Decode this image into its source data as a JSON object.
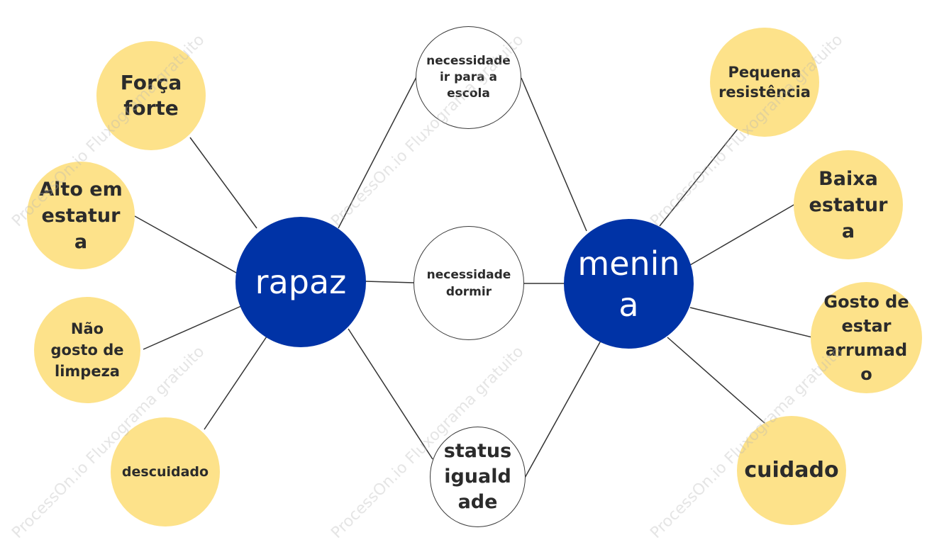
{
  "diagram": {
    "hubs": {
      "left": "rapaz",
      "right": "menin\na"
    },
    "left_nodes": [
      "Força\nforte",
      "Alto em\nestatur\na",
      "Não\ngosto de\nlimpeza",
      "descuidado"
    ],
    "middle_nodes": [
      "necessidade\nir para a\nescola",
      "necessidade\ndormir",
      "status\nigualdade"
    ],
    "right_nodes": [
      "Pequena\nresistência",
      "Baixa\nestatur\na",
      "Gosto de\nestar\narrumad\no",
      "cuidado"
    ],
    "watermark": "ProcessOn.io Fluxograma gratuito",
    "colors": {
      "hub": "#0033a6",
      "leaf": "#fde28a",
      "middle_border": "#3a3a3a",
      "line": "#333333"
    }
  }
}
